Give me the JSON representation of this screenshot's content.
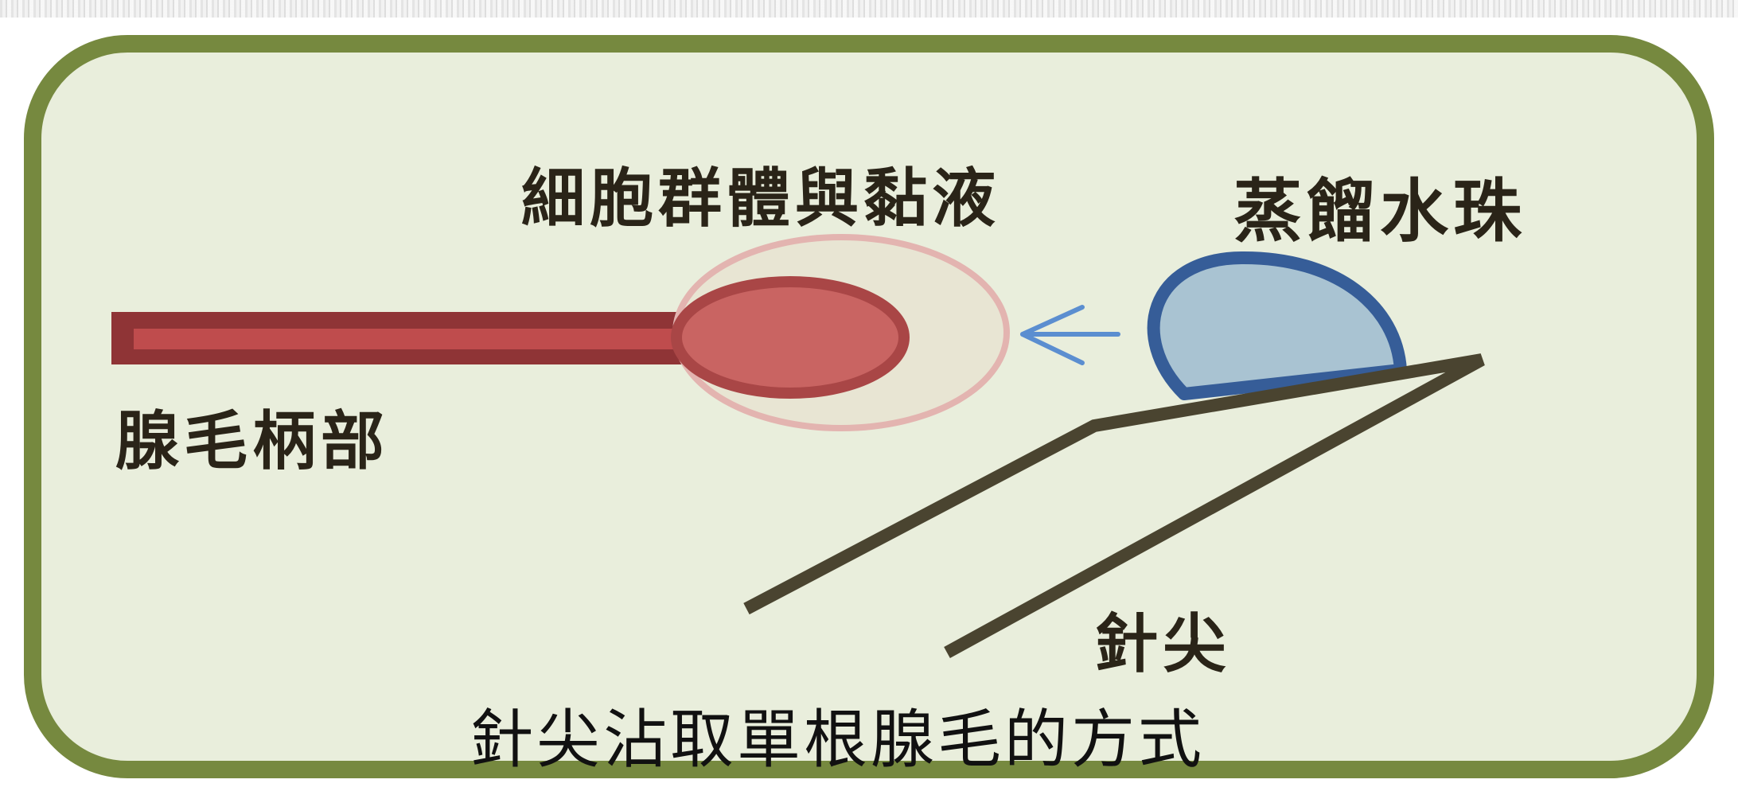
{
  "diagram": {
    "labels": {
      "cell_cluster_mucus": "細胞群體與黏液",
      "distilled_water_drop": "蒸餾水珠",
      "trichome_stalk": "腺毛柄部",
      "needle_tip": "針尖",
      "caption": "針尖沾取單根腺毛的方式"
    },
    "colors": {
      "frame_border": "#76893f",
      "frame_fill": "#e9eedc",
      "stalk_outer": "#8f3436",
      "stalk_inner": "#bf4c4d",
      "cell_cluster_fill": "#c96462",
      "cell_cluster_outline": "#a94646",
      "mucus_halo_fill": "#e8e5d3",
      "mucus_halo_outline": "#e3b4b0",
      "arrow": "#5b8ed0",
      "water_drop_fill": "#a9c3d2",
      "water_drop_outline": "#365d98",
      "needle": "#4a4430"
    }
  }
}
